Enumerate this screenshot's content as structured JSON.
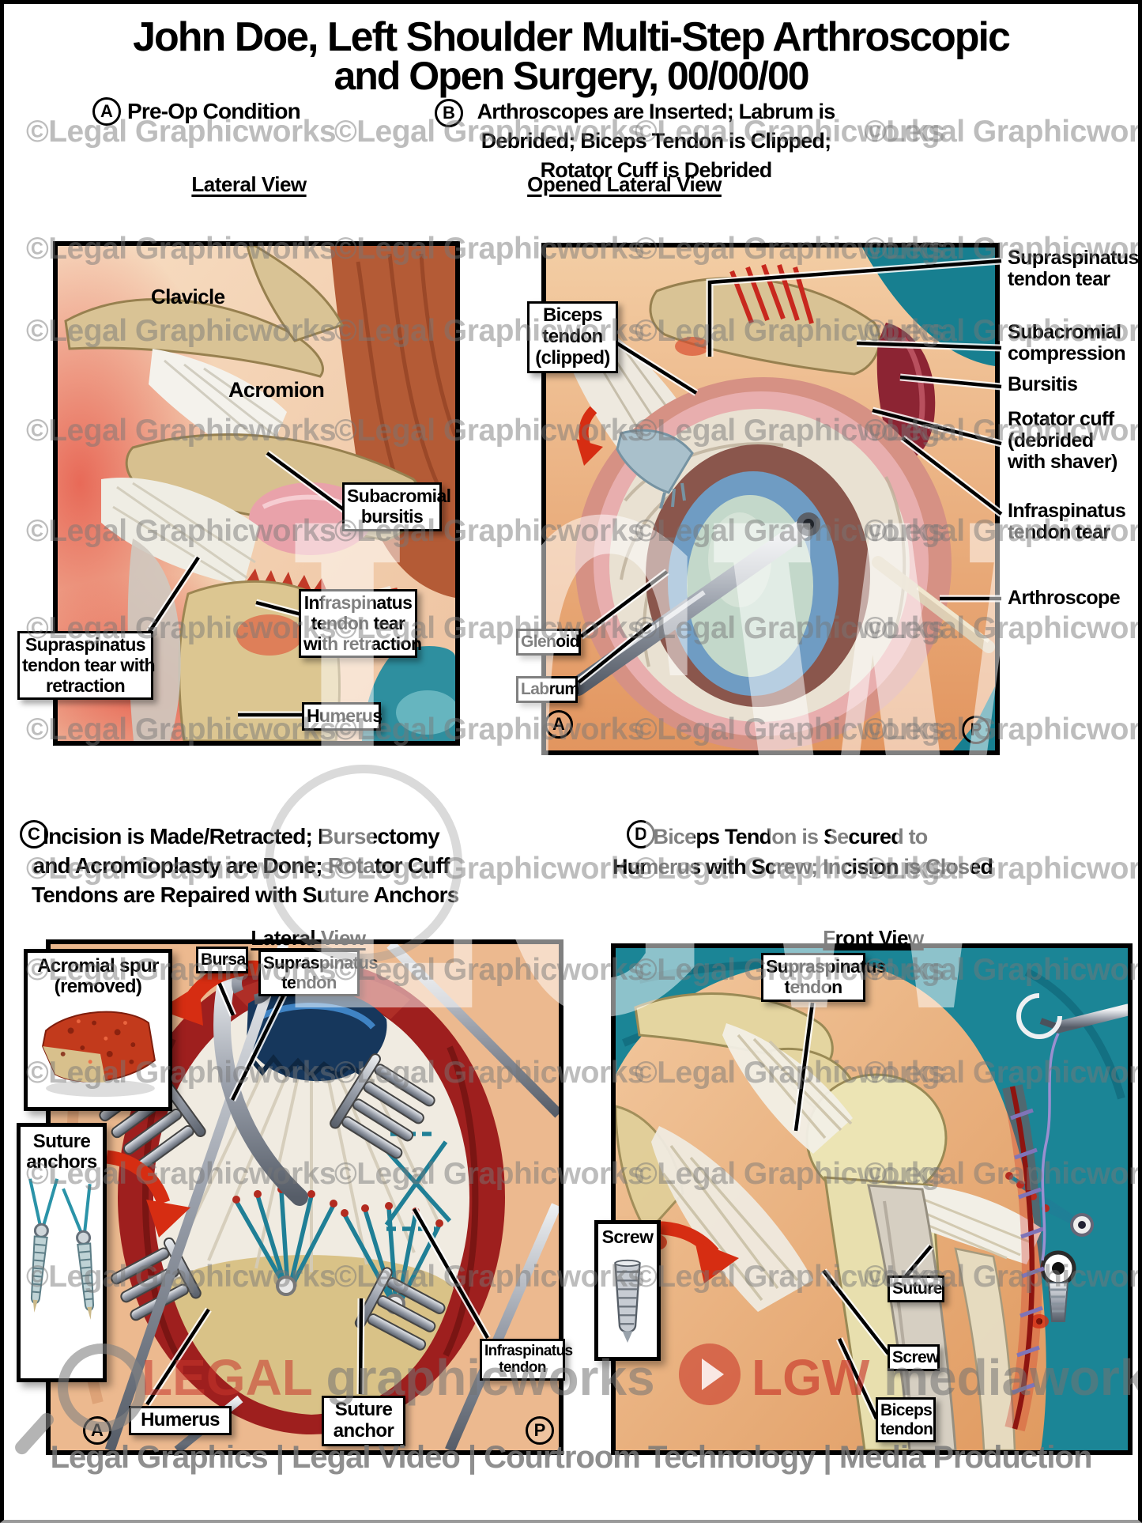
{
  "page": {
    "title_line1": "John Doe, Left Shoulder Multi-Step Arthroscopic",
    "title_line2": "and Open Surgery, 00/00/00",
    "footer": "Legal Graphics | Legal Video | Courtroom Technology | Media Production",
    "watermark": {
      "tile": "©Legal Graphicworks",
      "big": "LGW",
      "left_logo": {
        "word1": "LEGAL",
        "word2": "graphicworks"
      },
      "right_logo": {
        "word1": "LGW",
        "word2": "mediaworks"
      }
    },
    "colors": {
      "label_box_border": "#000000",
      "red_arrow": "#d62d12",
      "suture_teal": "#1f7f96",
      "watermark_gray": "#777777",
      "brand_red": "#c6342c",
      "skin": "#efc096",
      "bone": "#dbc48f",
      "muscle_red": "#b45b36",
      "drape_teal": "#1b8596",
      "glenoid_blue": "#6f9cc3"
    }
  },
  "sections": {
    "A": {
      "letter": "A",
      "title": "Pre-Op Condition",
      "view": "Lateral View",
      "anatomy_labels": [
        {
          "text": "Clavicle"
        },
        {
          "text": "Acromion"
        }
      ],
      "boxes": [
        {
          "lines": [
            "Subacromial",
            "bursitis"
          ]
        },
        {
          "lines": [
            "Infraspinatus",
            "tendon tear",
            "with retraction"
          ]
        },
        {
          "lines": [
            "Supraspinatus",
            "tendon tear with",
            "retraction"
          ]
        },
        {
          "lines": [
            "Humerus"
          ]
        }
      ]
    },
    "B": {
      "letter": "B",
      "title_lines": [
        "Arthroscopes are Inserted; Labrum is",
        "Debrided; Biceps Tendon is Clipped;",
        "Rotator Cuff is Debrided"
      ],
      "view": "Opened Lateral View",
      "boxes": [
        {
          "lines": [
            "Biceps",
            "tendon",
            "(clipped)"
          ]
        },
        {
          "lines": [
            "Glenoid"
          ]
        },
        {
          "lines": [
            "Labrum"
          ]
        }
      ],
      "side_labels": [
        {
          "lines": [
            "Supraspinatus",
            "tendon tear"
          ]
        },
        {
          "lines": [
            "Subacromial",
            "compression"
          ]
        },
        {
          "lines": [
            "Bursitis"
          ]
        },
        {
          "lines": [
            "Rotator cuff",
            "(debrided",
            "with shaver)"
          ]
        },
        {
          "lines": [
            "Infraspinatus",
            "tendon tear"
          ]
        },
        {
          "lines": [
            "Arthroscope"
          ]
        }
      ],
      "markers": {
        "left": "A",
        "right": "P"
      }
    },
    "C": {
      "letter": "C",
      "title_lines": [
        "Incision is Made/Retracted; Bursectomy",
        "and Acromioplasty are Done; Rotator Cuff",
        "Tendons are Repaired with Suture Anchors"
      ],
      "view": "Lateral View",
      "insets": [
        {
          "lines": [
            "Acromial spur",
            "(removed)"
          ]
        },
        {
          "lines": [
            "Suture",
            "anchors"
          ]
        }
      ],
      "boxes": [
        {
          "lines": [
            "Bursa"
          ]
        },
        {
          "lines": [
            "Supraspinatus",
            "tendon"
          ]
        },
        {
          "lines": [
            "Humerus"
          ]
        },
        {
          "lines": [
            "Suture",
            "anchor"
          ]
        },
        {
          "lines": [
            "Infraspinatus",
            "tendon"
          ]
        }
      ],
      "markers": {
        "left": "A",
        "right": "P"
      }
    },
    "D": {
      "letter": "D",
      "title_lines": [
        "Biceps Tendon is Secured to",
        "Humerus with Screw; Incision is Closed"
      ],
      "view": "Front View",
      "insets": [
        {
          "lines": [
            "Screw"
          ]
        }
      ],
      "boxes": [
        {
          "lines": [
            "Supraspinatus",
            "tendon"
          ]
        },
        {
          "lines": [
            "Suture"
          ]
        },
        {
          "lines": [
            "Screw"
          ]
        },
        {
          "lines": [
            "Biceps",
            "tendon"
          ]
        }
      ]
    }
  }
}
